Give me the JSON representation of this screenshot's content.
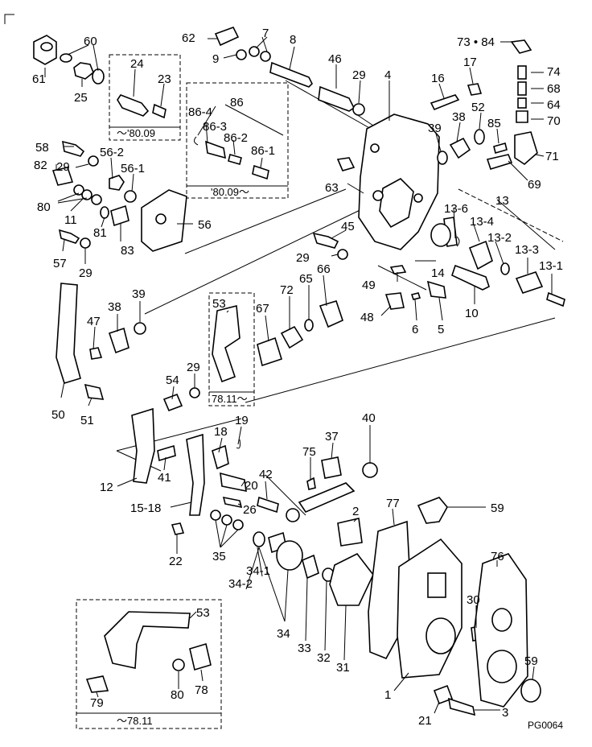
{
  "diagram": {
    "code": "PG0064",
    "labels": {
      "l1": "1",
      "l2": "2",
      "l3": "3",
      "l4": "4",
      "l5": "5",
      "l6": "6",
      "l7": "7",
      "l8": "8",
      "l9": "9",
      "l10": "10",
      "l11": "11",
      "l12": "12",
      "l13": "13",
      "l13_1": "13-1",
      "l13_2": "13-2",
      "l13_3": "13-3",
      "l13_4": "13-4",
      "l13_6": "13-6",
      "l14": "14",
      "l15_18": "15-18",
      "l16": "16",
      "l17": "17",
      "l18": "18",
      "l19": "19",
      "l20": "20",
      "l21": "21",
      "l22": "22",
      "l23": "23",
      "l24": "24",
      "l25": "25",
      "l26": "26",
      "l29a": "29",
      "l29b": "29",
      "l29c": "29",
      "l29d": "29",
      "l29e": "29",
      "l30": "30",
      "l31": "31",
      "l32": "32",
      "l33": "33",
      "l34": "34",
      "l34_1": "34-1",
      "l34_2": "34-2",
      "l35": "35",
      "l37": "37",
      "l38a": "38",
      "l38b": "38",
      "l39a": "39",
      "l39b": "39",
      "l40": "40",
      "l41": "41",
      "l42": "42",
      "l45": "45",
      "l46": "46",
      "l47": "47",
      "l48": "48",
      "l49": "49",
      "l50": "50",
      "l51": "51",
      "l52": "52",
      "l53a": "53",
      "l53b": "53",
      "l54": "54",
      "l56": "56",
      "l56_1": "56-1",
      "l56_2": "56-2",
      "l57": "57",
      "l58": "58",
      "l59a": "59",
      "l59b": "59",
      "l60": "60",
      "l61": "61",
      "l62": "62",
      "l63": "63",
      "l64": "64",
      "l65": "65",
      "l66": "66",
      "l67": "67",
      "l68": "68",
      "l69": "69",
      "l70": "70",
      "l71": "71",
      "l72": "72",
      "l73_84": "73 • 84",
      "l74": "74",
      "l75": "75",
      "l76": "76",
      "l77": "77",
      "l78": "78",
      "l79": "79",
      "l80a": "80",
      "l80b": "80",
      "l81": "81",
      "l82": "82",
      "l83": "83",
      "l85": "85",
      "l86": "86",
      "l86_1": "86-1",
      "l86_2": "86-2",
      "l86_3": "86-3",
      "l86_4": "86-4"
    },
    "boxes": {
      "box_24": "～'80.09",
      "box_86": "'80.09～",
      "box_53": "78.11～",
      "box_53b": "～78.11"
    }
  }
}
